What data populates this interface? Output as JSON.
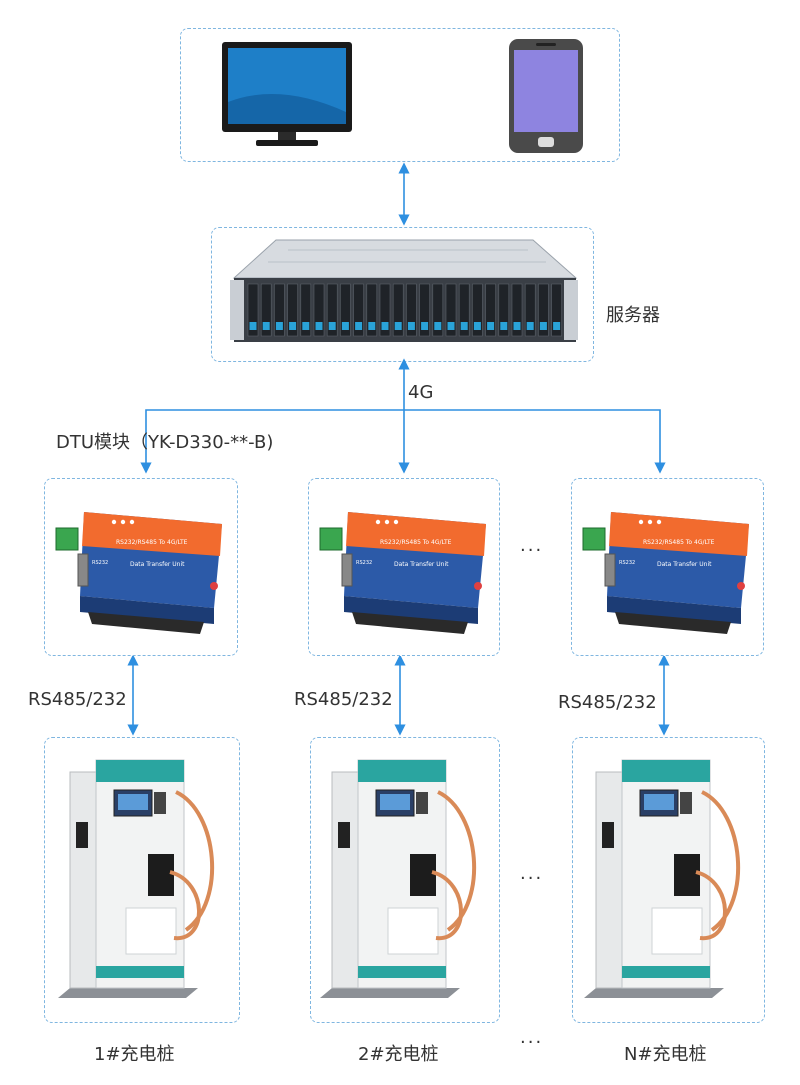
{
  "labels": {
    "server": "服务器",
    "network": "4G",
    "dtu": "DTU模块（YK-D330-**-B)",
    "rs_1": "RS485/232",
    "rs_2": "RS485/232",
    "rs_3": "RS485/232",
    "pile_1": "1#充电桩",
    "pile_2": "2#充电桩",
    "pile_3": "N#充电桩",
    "dots_dtu": "···",
    "dots_pile": "···",
    "dots_bottom": "···"
  },
  "dtu_device": {
    "front_text": "RS232/RS485 To 4G/LTE",
    "sub_text": "Data Transfer Unit",
    "port_text": "RS232"
  },
  "colors": {
    "arrow": "#2e8fe0",
    "box_border": "#7fb6e0",
    "dtu_orange": "#f26b2e",
    "dtu_blue": "#2c5aa8",
    "pile_teal": "#2aa5a0",
    "cable": "#d98a57"
  }
}
